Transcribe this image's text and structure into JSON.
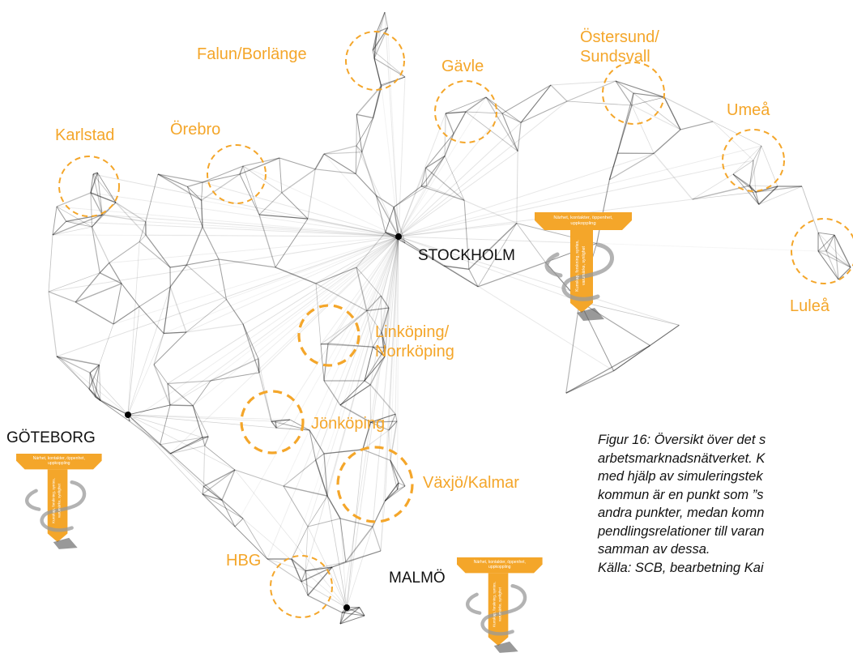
{
  "map": {
    "regional_centers": [
      {
        "id": "karlstad",
        "label": "Karlstad"
      },
      {
        "id": "orebro",
        "label": "Örebro"
      },
      {
        "id": "falun",
        "label": "Falun/Borlänge"
      },
      {
        "id": "gavle",
        "label": "Gävle"
      },
      {
        "id": "ostersund",
        "label_lines": [
          "Östersund/",
          "Sundsvall"
        ]
      },
      {
        "id": "umea",
        "label": "Umeå"
      },
      {
        "id": "lulea",
        "label": "Luleå"
      },
      {
        "id": "linkoping",
        "label_lines": [
          "Linköping/",
          "Norrköping"
        ]
      },
      {
        "id": "jonkoping",
        "label": "Jönköping"
      },
      {
        "id": "vaxjo",
        "label": "Växjö/Kalmar"
      },
      {
        "id": "hbg",
        "label": "HBG"
      }
    ],
    "metro_centers": [
      {
        "id": "stockholm",
        "label": "STOCKHOLM"
      },
      {
        "id": "goteborg",
        "label": "GÖTEBORG"
      },
      {
        "id": "malmo",
        "label": "MALMÖ"
      }
    ],
    "colors": {
      "accent": "#f4a62a",
      "network_lines": "#000000",
      "metro_label": "#111111"
    }
  },
  "t_symbol": {
    "top_text_lines": [
      "Närhet, kontakter, öppenhet,",
      "uppkoppling"
    ],
    "stem_text_lines": [
      "Kunskap, forskning, syntes,",
      "varumärke, synlighet"
    ]
  },
  "caption": {
    "lines": [
      "Figur 16: Översikt över det s",
      "arbetsmarknadsnätverket. K",
      "med hjälp av simuleringstek",
      "kommun är en punkt som ”s",
      "andra punkter, medan komn",
      "pendlingsrelationer till varan",
      "samman av dessa."
    ],
    "source": "Källa: SCB, bearbetning Kai"
  }
}
